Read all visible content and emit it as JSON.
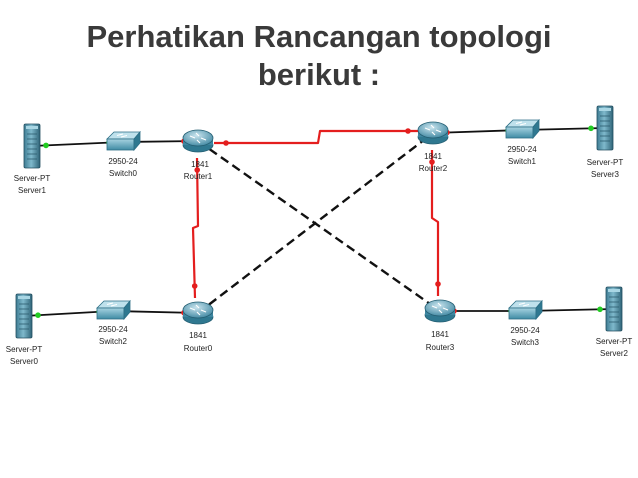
{
  "slide": {
    "title_line1": "Perhatikan Rancangan topologi",
    "title_line2": "berikut :"
  },
  "topology": {
    "colors": {
      "serial": "#e41e1e",
      "ethernet": "#111111",
      "crossover": "#111111",
      "link_up": "#22cc22",
      "link_serial_end": "#e41e1e"
    },
    "devices": {
      "server1": {
        "type": "Server-PT",
        "name": "Server1",
        "icon": "server-icon"
      },
      "server0": {
        "type": "Server-PT",
        "name": "Server0",
        "icon": "server-icon"
      },
      "server3": {
        "type": "Server-PT",
        "name": "Server3",
        "icon": "server-icon"
      },
      "server2": {
        "type": "Server-PT",
        "name": "Server2",
        "icon": "server-icon"
      },
      "switch0": {
        "type": "2950-24",
        "name": "Switch0",
        "icon": "switch-icon"
      },
      "switch2": {
        "type": "2950-24",
        "name": "Switch2",
        "icon": "switch-icon"
      },
      "switch1": {
        "type": "2950-24",
        "name": "Switch1",
        "icon": "switch-icon"
      },
      "switch3": {
        "type": "2950-24",
        "name": "Switch3",
        "icon": "switch-icon"
      },
      "router1": {
        "type": "1841",
        "name": "Router1",
        "icon": "router-icon"
      },
      "router0": {
        "type": "1841",
        "name": "Router0",
        "icon": "router-icon"
      },
      "router2": {
        "type": "1841",
        "name": "Router2",
        "icon": "router-icon"
      },
      "router3": {
        "type": "1841",
        "name": "Router3",
        "icon": "router-icon"
      }
    },
    "links": [
      {
        "from": "server1",
        "to": "switch0",
        "kind": "ethernet"
      },
      {
        "from": "switch0",
        "to": "router1",
        "kind": "ethernet"
      },
      {
        "from": "server0",
        "to": "switch2",
        "kind": "ethernet"
      },
      {
        "from": "switch2",
        "to": "router0",
        "kind": "ethernet"
      },
      {
        "from": "router2",
        "to": "switch1",
        "kind": "ethernet"
      },
      {
        "from": "switch1",
        "to": "server3",
        "kind": "ethernet"
      },
      {
        "from": "router3",
        "to": "switch3",
        "kind": "ethernet"
      },
      {
        "from": "switch3",
        "to": "server2",
        "kind": "ethernet"
      },
      {
        "from": "router1",
        "to": "router2",
        "kind": "serial"
      },
      {
        "from": "router1",
        "to": "router0",
        "kind": "serial"
      },
      {
        "from": "router2",
        "to": "router3",
        "kind": "serial"
      },
      {
        "from": "router1",
        "to": "router3",
        "kind": "crossover"
      },
      {
        "from": "router0",
        "to": "router2",
        "kind": "crossover"
      }
    ]
  }
}
